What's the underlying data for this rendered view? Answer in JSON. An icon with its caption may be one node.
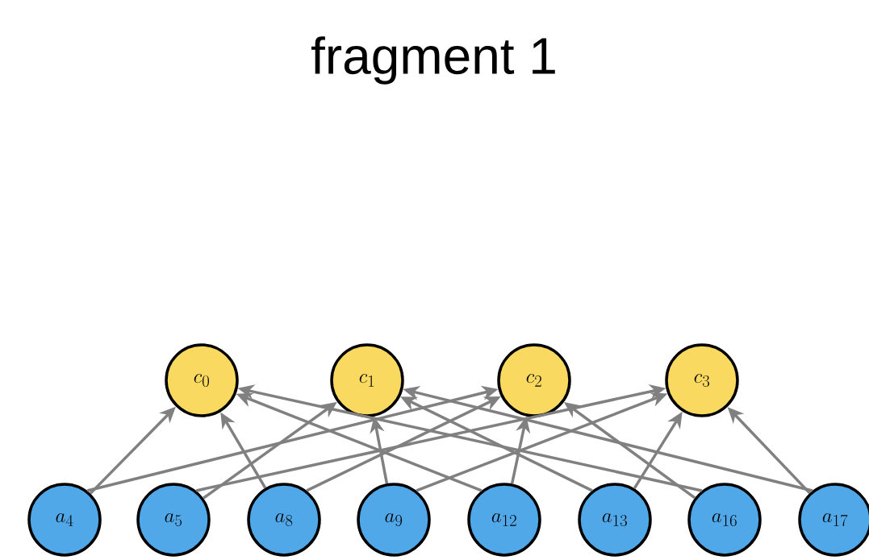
{
  "diagram": {
    "title": "fragment 1",
    "nodes": [
      {
        "text": [
          "c_{0}"
        ]
      },
      {
        "text": [
          "c_{1}"
        ]
      },
      {
        "text": [
          "c_{2}"
        ]
      },
      {
        "text": [
          "c_{3}"
        ]
      },
      {
        "text": [
          "a_{4}"
        ]
      },
      {
        "text": [
          "a_{5}"
        ]
      },
      {
        "text": [
          "a_{8}"
        ]
      },
      {
        "text": [
          "a_{9}"
        ]
      },
      {
        "text": [
          "a_{12}"
        ]
      },
      {
        "text": [
          "a_{13}"
        ]
      },
      {
        "text": [
          "a_{16}"
        ]
      },
      {
        "text": [
          "a_{17}"
        ]
      }
    ],
    "edges": [
      {
        "from": 4,
        "to": 0,
        "arrow": "to"
      },
      {
        "from": 4,
        "to": 2,
        "arrow": "to"
      },
      {
        "from": 5,
        "to": 1,
        "arrow": "to"
      },
      {
        "from": 5,
        "to": 3,
        "arrow": "to"
      },
      {
        "from": 6,
        "to": 0,
        "arrow": "to"
      },
      {
        "from": 6,
        "to": 2,
        "arrow": "to"
      },
      {
        "from": 7,
        "to": 1,
        "arrow": "to"
      },
      {
        "from": 7,
        "to": 3,
        "arrow": "to"
      },
      {
        "from": 8,
        "to": 0,
        "arrow": "to"
      },
      {
        "from": 8,
        "to": 2,
        "arrow": "to"
      },
      {
        "from": 9,
        "to": 1,
        "arrow": "to"
      },
      {
        "from": 9,
        "to": 3,
        "arrow": "to"
      },
      {
        "from": 10,
        "to": 0,
        "arrow": "to"
      },
      {
        "from": 10,
        "to": 2,
        "arrow": "to"
      },
      {
        "from": 11,
        "to": 1,
        "arrow": "to"
      },
      {
        "from": 11,
        "to": 3,
        "arrow": "to"
      }
    ]
  }
}
